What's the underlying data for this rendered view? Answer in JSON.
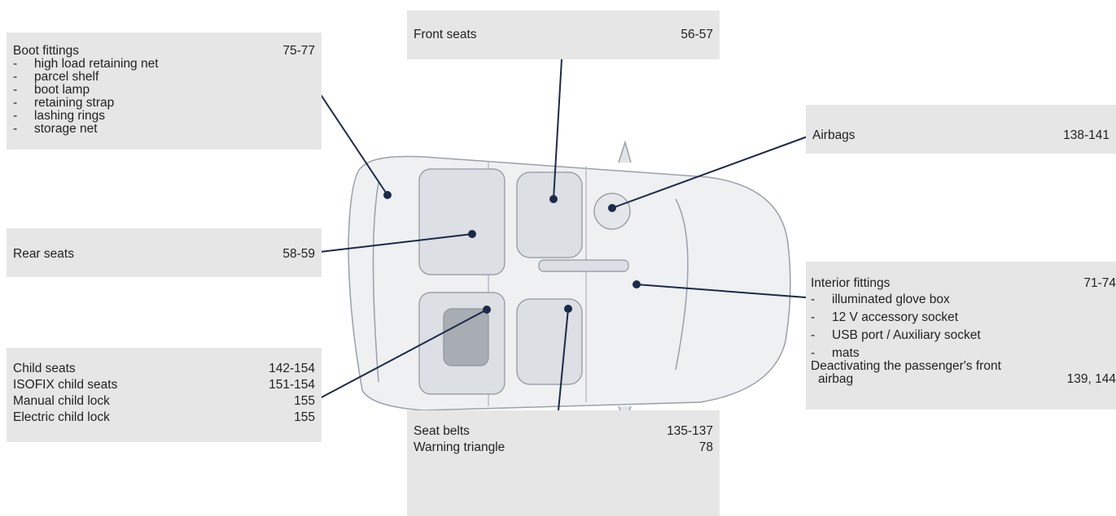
{
  "callouts": {
    "boot": {
      "title": "Boot fittings",
      "pages": "75-77",
      "items": [
        "high load retaining net",
        "parcel shelf",
        "boot lamp",
        "retaining strap",
        "lashing rings",
        "storage net"
      ]
    },
    "front_seats": {
      "title": "Front seats",
      "pages": "56-57"
    },
    "airbags": {
      "title": "Airbags",
      "pages": "138-141"
    },
    "rear_seats": {
      "title": "Rear seats",
      "pages": "58-59"
    },
    "interior": {
      "title": "Interior fittings",
      "pages": "71-74",
      "items": [
        "illuminated glove box",
        "12 V accessory socket",
        "USB port / Auxiliary socket",
        "mats"
      ],
      "extra_line1": "Deactivating the passenger's front",
      "extra_line2": "airbag",
      "extra_pages": "139, 144"
    },
    "child": {
      "rows": [
        {
          "label": "Child seats",
          "pages": "142-154"
        },
        {
          "label": "ISOFIX child seats",
          "pages": "151-154"
        },
        {
          "label": "Manual child lock",
          "pages": "155"
        },
        {
          "label": "Electric child lock",
          "pages": "155"
        }
      ]
    },
    "belts": {
      "rows": [
        {
          "label": "Seat belts",
          "pages": "135-137"
        },
        {
          "label": "Warning triangle",
          "pages": "78"
        }
      ]
    }
  },
  "dash": "-",
  "colors": {
    "box": "#e6e6e6",
    "line": "#1c2a4a",
    "car": "#cfd3d8"
  }
}
